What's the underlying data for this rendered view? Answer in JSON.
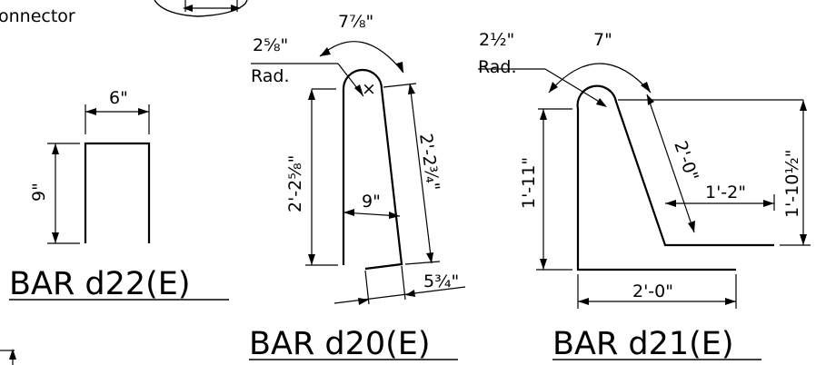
{
  "header": {
    "partial_label": "onnector"
  },
  "bars": [
    {
      "title": "BAR d22(E)",
      "dims": {
        "width": "6\"",
        "height": "9\""
      }
    },
    {
      "title": "BAR d20(E)",
      "dims": {
        "radius": "2⅝\"",
        "radius_note": "Rad.",
        "top_arc": "7⅞\"",
        "left_height": "2'-2⅝\"",
        "right_slope": "2'-2¾\"",
        "inner_width": "9\"",
        "bottom_leg": "5¾\""
      }
    },
    {
      "title": "BAR d21(E)",
      "dims": {
        "radius": "2½\"",
        "radius_note": "Rad.",
        "top_arc": "7\"",
        "left_height": "1'-11\"",
        "slope": "2'-0\"",
        "inner_leg": "1'-2\"",
        "right_height": "1'-10½\"",
        "bottom_width": "2'-0\""
      }
    }
  ],
  "colors": {
    "line": "#000000",
    "background": "#ffffff"
  }
}
